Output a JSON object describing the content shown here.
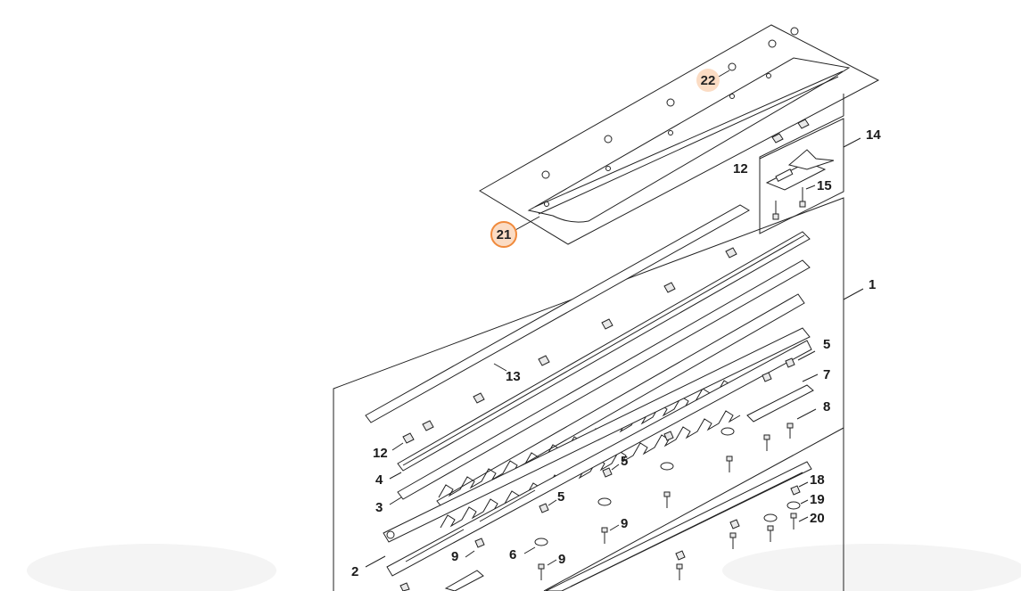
{
  "callouts": {
    "c21": {
      "text": "21",
      "fill": "#fbdcc4",
      "stroke": "#f08a3c"
    },
    "c22": {
      "text": "22",
      "fill": "#fbdcc4",
      "stroke": "none"
    }
  },
  "labels": {
    "l14": "14",
    "l12a": "12",
    "l15": "15",
    "l1": "1",
    "l13": "13",
    "l5a": "5",
    "l7": "7",
    "l8": "8",
    "l12b": "12",
    "l4": "4",
    "l5b": "5",
    "l3": "3",
    "l5c": "5",
    "l18": "18",
    "l19": "19",
    "l20": "20",
    "l9a": "9",
    "l9b": "9",
    "l6": "6",
    "l9c": "9",
    "l2": "2"
  }
}
